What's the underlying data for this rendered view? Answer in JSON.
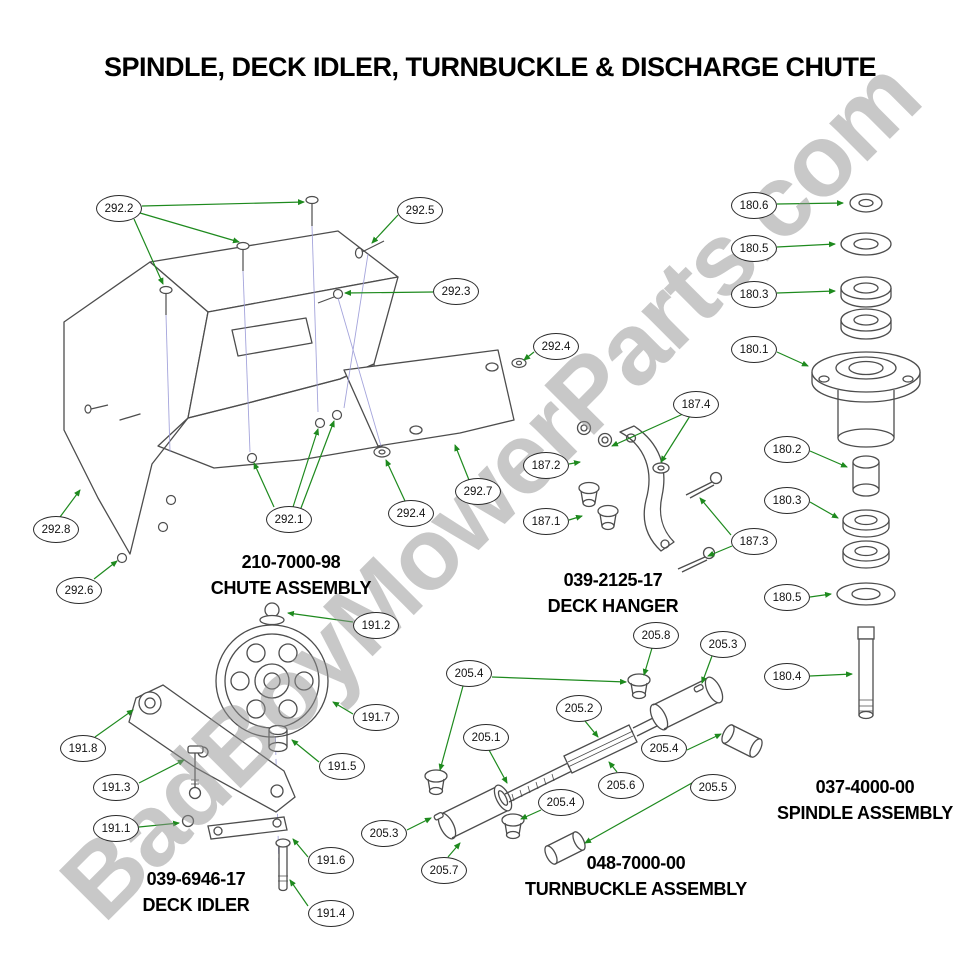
{
  "title": "SPINDLE, DECK IDLER, TURNBUCKLE & DISCHARGE CHUTE",
  "watermark": "BadBoyMowerParts.com",
  "colors": {
    "arrow_green": "#1e8a1e",
    "linework_gray": "#4d4d4d",
    "projection_blue": "#9b9bd8",
    "watermark_gray": "#919191"
  },
  "assemblies": {
    "chute": {
      "part_number": "210-7000-98",
      "name": "CHUTE ASSEMBLY",
      "callouts": [
        "292.2",
        "292.5",
        "292.3",
        "292.4",
        "292.7",
        "292.4",
        "292.1",
        "292.8",
        "292.6"
      ]
    },
    "deck_hanger": {
      "part_number": "039-2125-17",
      "name": "DECK HANGER",
      "callouts": [
        "187.4",
        "187.2",
        "187.1",
        "187.3"
      ]
    },
    "spindle": {
      "part_number": "037-4000-00",
      "name": "SPINDLE ASSEMBLY",
      "callouts": [
        "180.6",
        "180.5",
        "180.3",
        "180.1",
        "180.2",
        "180.3",
        "180.5",
        "180.4"
      ]
    },
    "deck_idler": {
      "part_number": "039-6946-17",
      "name": "DECK IDLER",
      "callouts": [
        "191.2",
        "191.7",
        "191.8",
        "191.5",
        "191.3",
        "191.1",
        "191.6",
        "191.4"
      ]
    },
    "turnbuckle": {
      "part_number": "048-7000-00",
      "name": "TURNBUCKLE ASSEMBLY",
      "callouts": [
        "205.8",
        "205.3",
        "205.4",
        "205.2",
        "205.1",
        "205.4",
        "205.6",
        "205.5",
        "205.4",
        "205.3",
        "205.7"
      ]
    }
  }
}
